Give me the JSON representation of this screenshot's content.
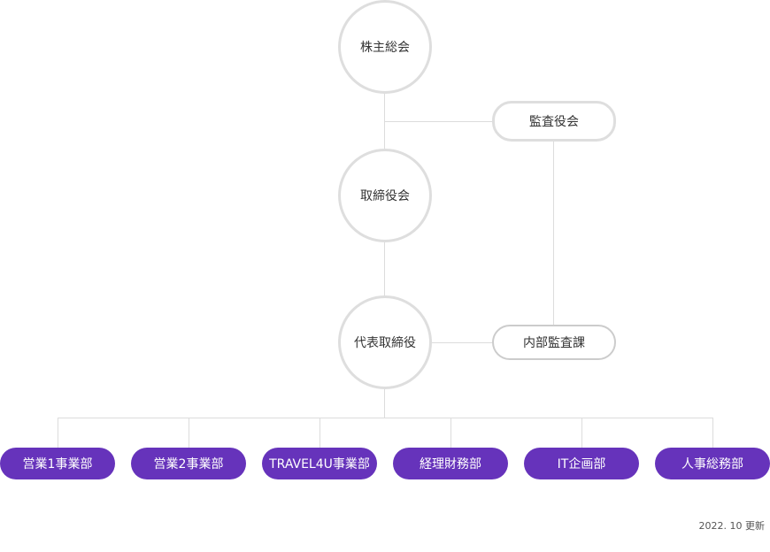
{
  "chart": {
    "shareholders_meeting": "株主総会",
    "audit_board": "監査役会",
    "board_of_directors": "取締役会",
    "representative_director": "代表取締役",
    "internal_audit": "内部監査課",
    "departments": [
      "営業1事業部",
      "営業2事業部",
      "TRAVEL4U事業部",
      "経理財務部",
      "IT企画部",
      "人事総務部"
    ]
  },
  "footer": {
    "updated": "2022. 10 更新"
  },
  "colors": {
    "department_fill": "#6633bb",
    "node_border": "#dedede",
    "connector": "#dcdcdc"
  }
}
